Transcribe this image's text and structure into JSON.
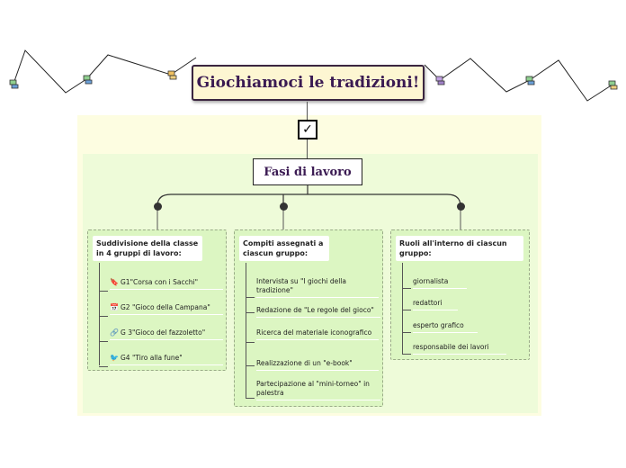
{
  "title": "Giochiamoci le tradizioni!",
  "check_symbol": "✓",
  "root": "Fasi di lavoro",
  "groups": [
    {
      "heading": "Suddivisione della classe in 4 gruppi di lavoro:",
      "items": [
        {
          "icon": "bookmark-icon",
          "glyph": "🔖",
          "text": "G1\"Corsa con i Sacchi\""
        },
        {
          "icon": "calendar-icon",
          "glyph": "📅",
          "text": "G2 \"Gioco della Campana\""
        },
        {
          "icon": "link-icon",
          "glyph": "🔗",
          "text": "G 3\"Gioco del fazzoletto\""
        },
        {
          "icon": "bird-icon",
          "glyph": "🐦",
          "text": "G4 \"Tiro alla fune\""
        }
      ]
    },
    {
      "heading": "Compiti assegnati a ciascun gruppo:",
      "items": [
        {
          "text": "Intervista su \"I giochi della tradizione\""
        },
        {
          "text": "Redazione de \"Le regole del gioco\""
        },
        {
          "text": "Ricerca del materiale iconografico"
        },
        {
          "text": "Realizzazione di un \"e-book\""
        },
        {
          "text": "Partecipazione al \"mini-torneo\" in palestra"
        }
      ]
    },
    {
      "heading": "Ruoli all'interno di ciascun gruppo:",
      "items": [
        {
          "text": "giornalista"
        },
        {
          "text": "redattori"
        },
        {
          "text": "esperto grafico"
        },
        {
          "text": "responsabile dei lavori"
        }
      ]
    }
  ],
  "colors": {
    "title_bg": "#fdf6d2",
    "title_text": "#3a1a52",
    "outer_area": "#fdfde1",
    "inner_area": "#eefbd9",
    "group_bg": "#dcf6c2"
  }
}
